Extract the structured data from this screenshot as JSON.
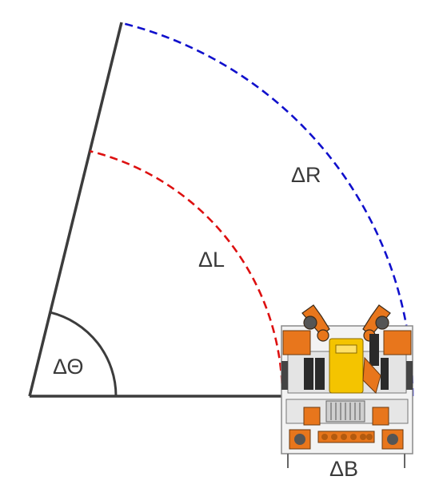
{
  "labels": {
    "delta_r": "ΔR",
    "delta_l": "ΔL",
    "delta_theta": "ΔΘ",
    "delta_b": "ΔB"
  },
  "colors": {
    "arm": "#3c3c3c",
    "right_arc": "#1010cc",
    "left_arc": "#dd1010",
    "robot_orange": "#e8761c",
    "robot_yellow": "#f4c400",
    "robot_dark": "#2a2a2a",
    "robot_frame": "#8a8a8a"
  }
}
